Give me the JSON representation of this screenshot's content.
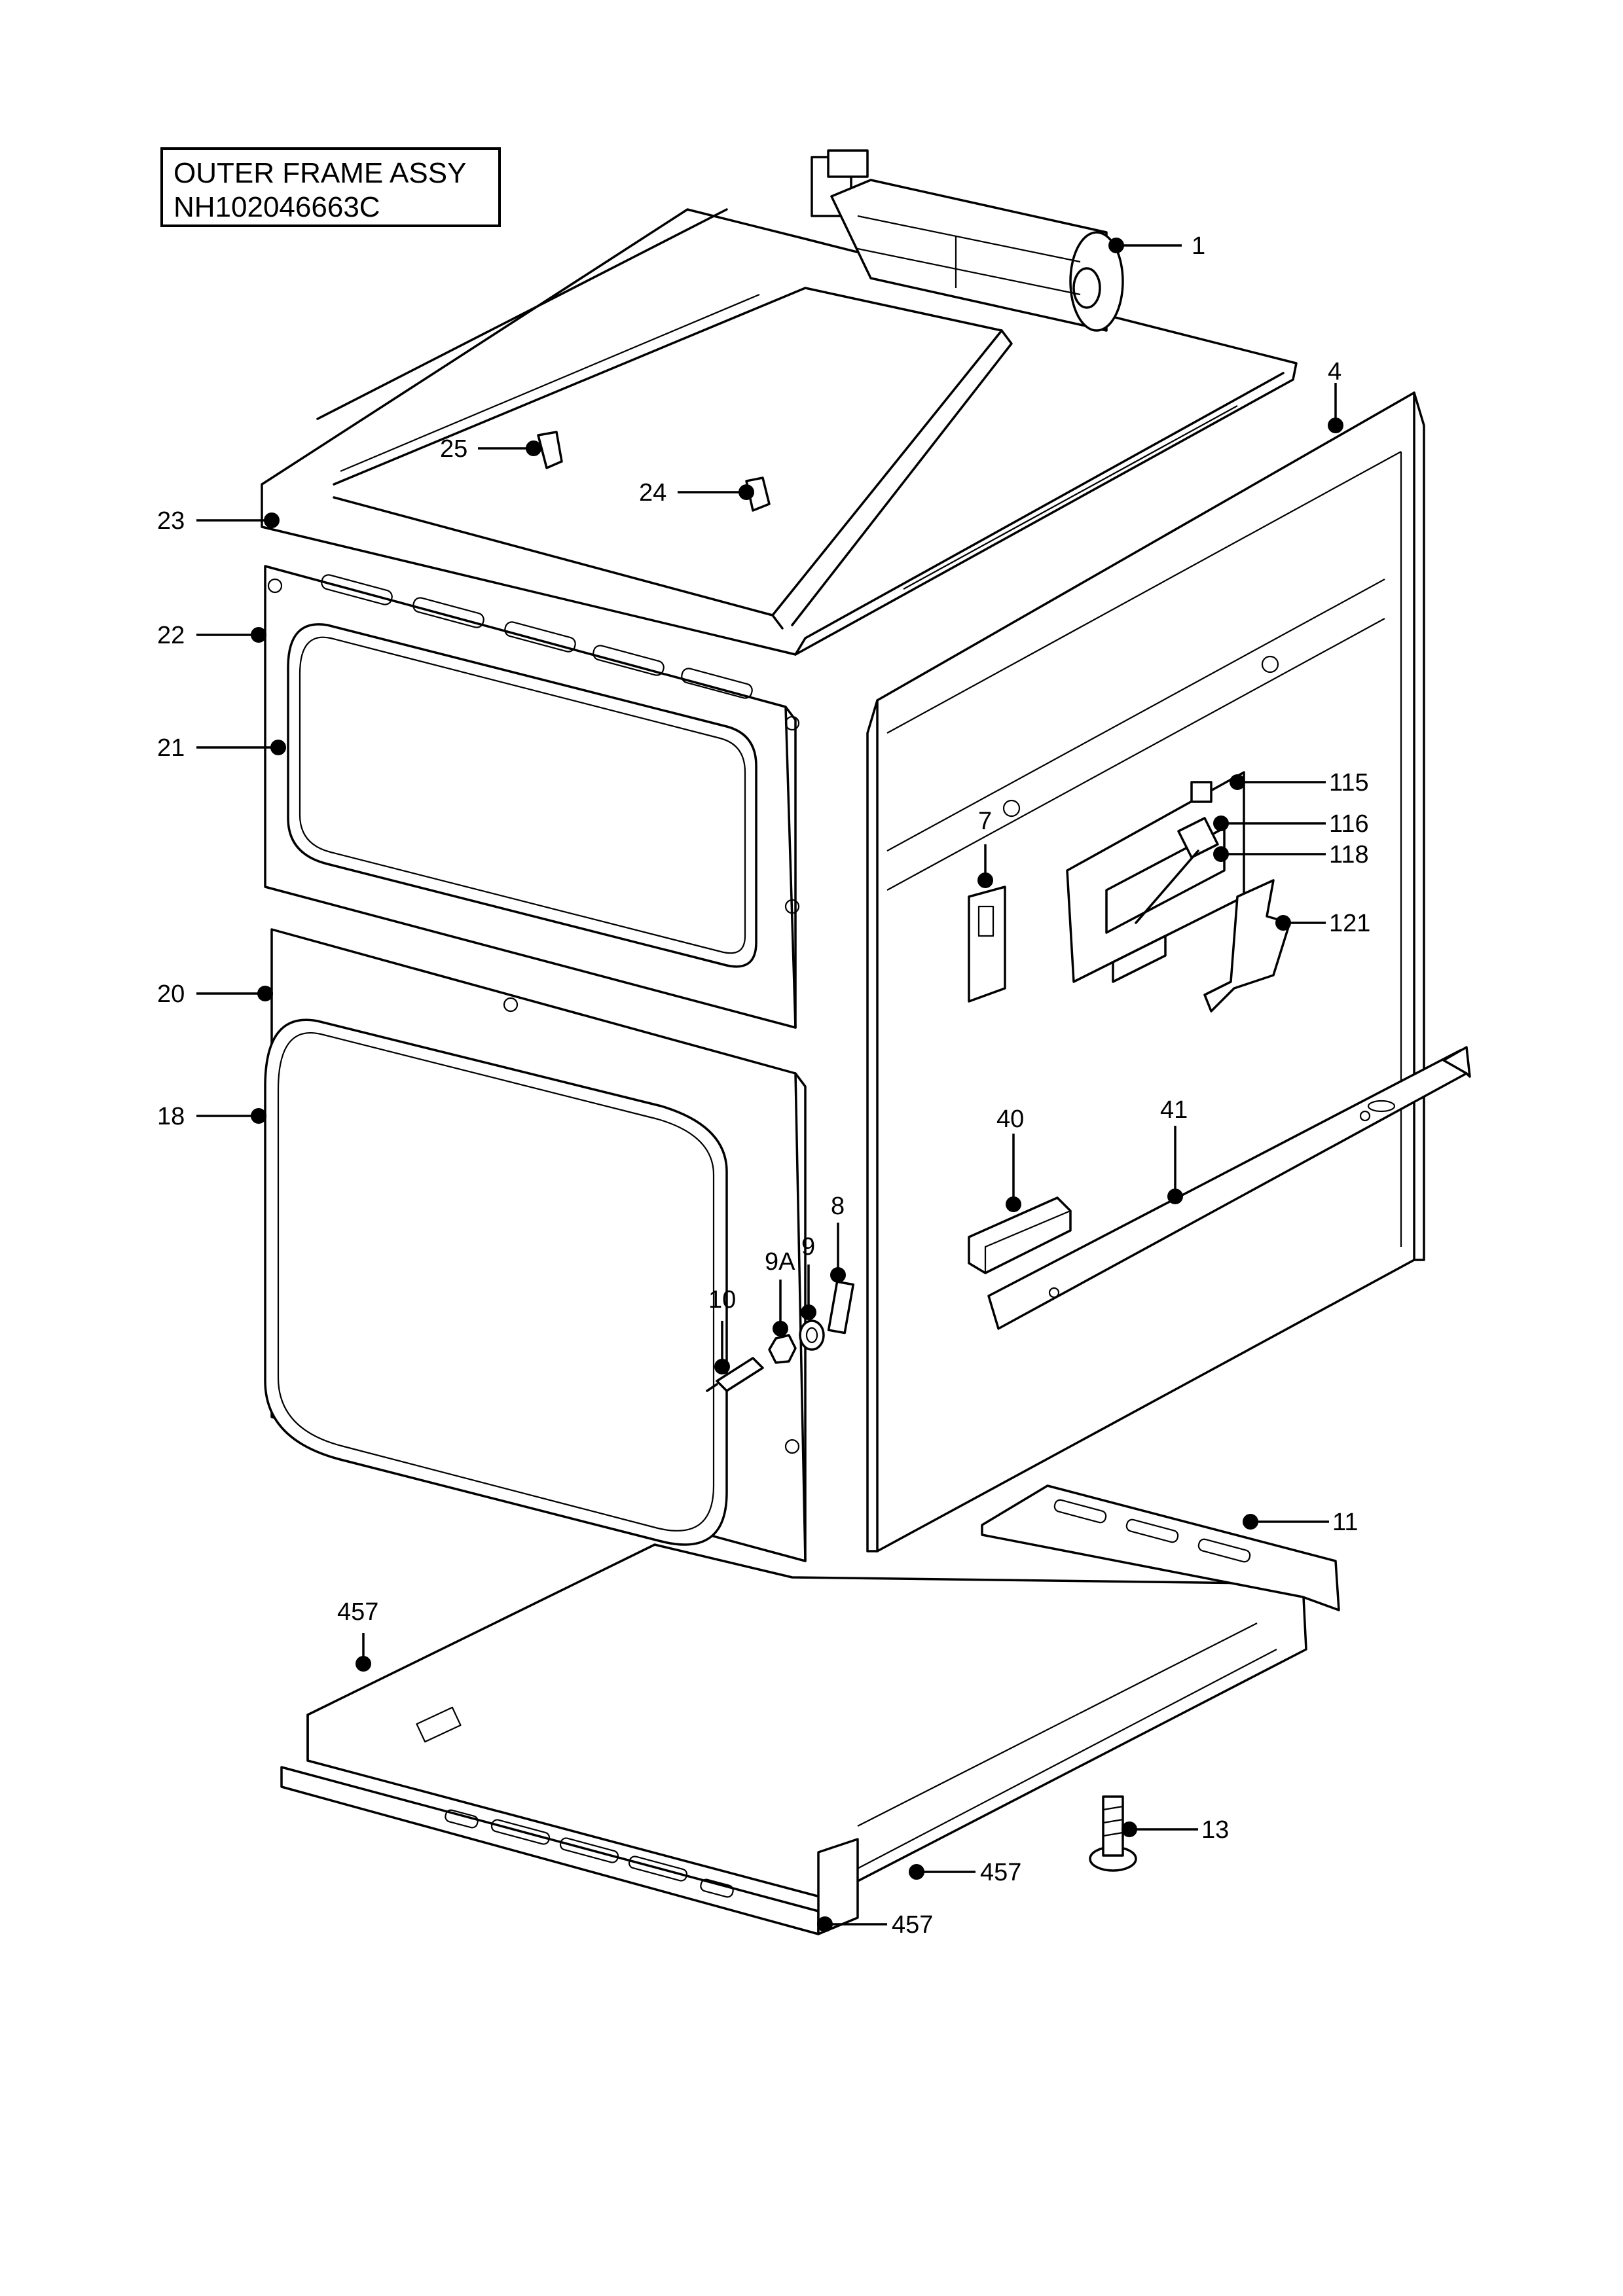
{
  "title": {
    "line1": "OUTER FRAME ASSY",
    "line2": "NH102046663C"
  },
  "callouts": {
    "c1": "1",
    "c4": "4",
    "c23": "23",
    "c25": "25",
    "c24": "24",
    "c22": "22",
    "c21": "21",
    "c115": "115",
    "c116": "116",
    "c118": "118",
    "c121": "121",
    "c7": "7",
    "c20": "20",
    "c18": "18",
    "c40": "40",
    "c41": "41",
    "c8": "8",
    "c9A": "9A",
    "c9": "9",
    "c10": "10",
    "c11": "11",
    "c457a": "457",
    "c13": "13",
    "c457b": "457",
    "c457c": "457"
  }
}
